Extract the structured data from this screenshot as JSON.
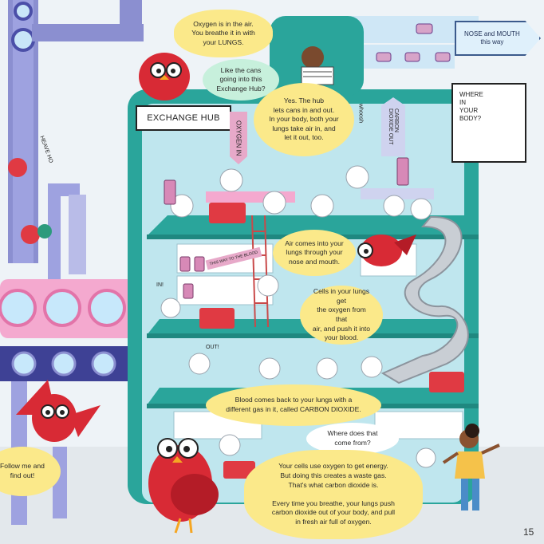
{
  "signs": {
    "exchange_hub": "EXCHANGE HUB",
    "nose_mouth": "NOSE and MOUTH\nthis way",
    "where_in_body": "WHERE\nIN\nYOUR\nBODY?",
    "oxygen_in": "OXYGEN IN",
    "carbon_dioxide_out": "CARBON\nDIOXIDE OUT",
    "this_way_to_blood": "THIS WAY TO THE BLOOD",
    "whoosh": "whoosh",
    "heave_ho": "HEAVE HO",
    "in_label": "IN!",
    "out_label": "OUT!"
  },
  "bubbles": {
    "oxygen_air": "Oxygen is in the air.\nYou breathe it in with\nyour LUNGS.",
    "cans_question": "Like the cans\ngoing into this\nExchange Hub?",
    "hub_answer": "Yes. The hub\nlets cans in and out.\nIn your body, both your\nlungs take air in, and\nlet it out, too.",
    "air_comes_in": "Air comes into your\nlungs through your\nnose and mouth.",
    "cells_get_oxygen": "Cells in your lungs get\nthe oxygen from that\nair, and push it into\nyour blood.",
    "blood_comes_back": "Blood comes back to your lungs with a\ndifferent gas in it, called CARBON DIOXIDE.",
    "where_from": "Where does that\ncome from?",
    "follow_me": "Follow me and\nfind out!",
    "cells_use_oxygen": "Your cells use oxygen to get energy.\nBut doing this creates a waste gas.\nThat's what carbon dioxide is.\n\nEvery time you breathe, your lungs push\ncarbon dioxide out of your body, and pull\nin fresh air full of oxygen."
  },
  "page_number": "15",
  "colors": {
    "background": "#eef3f7",
    "hub_teal": "#2aa59b",
    "hub_inner": "#bfe6ee",
    "pipe_blue": "#8fc6e6",
    "pipe_purple": "#4b4fa8",
    "pipe_pink": "#f08fc0",
    "owl_red": "#d82a35",
    "bubble_yellow": "#fbe98a",
    "bubble_mint": "#c7f0dc"
  }
}
